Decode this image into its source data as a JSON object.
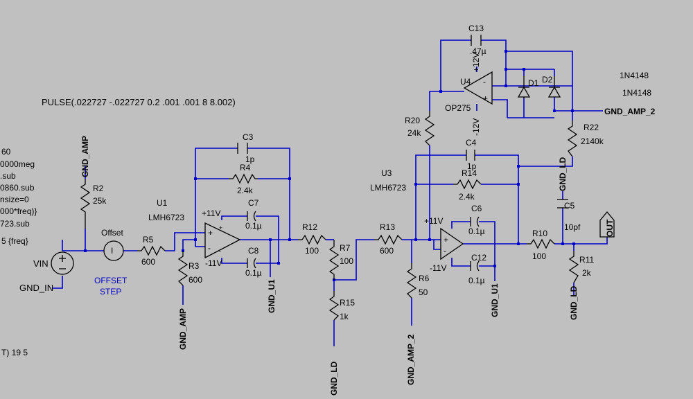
{
  "directive": "PULSE(.022727 -.022727 0.2 .001 .001 8 8.002)",
  "left_partial_text": [
    "60",
    "0000meg",
    ".sub",
    "0860.sub",
    "nsize=0",
    "000*freq)}",
    "723.sub",
    "5 {freq}",
    "T) 19 5"
  ],
  "components": {
    "VIN": "VIN",
    "GND_IN": "GND_IN",
    "R2": "R2",
    "R2_val": "25k",
    "offset_label": "Offset",
    "offset_icon": "I",
    "offset_step_1": "OFFSET",
    "offset_step_2": "STEP",
    "R5": "R5",
    "R5_val": "600",
    "R3": "R3",
    "R3_val": "600",
    "U1": "U1",
    "U1_model": "LMH6723",
    "C3": "C3",
    "C3_val": "1p",
    "R4": "R4",
    "R4_val": "2.4k",
    "C7": "C7",
    "C7_val": "0.1µ",
    "C8": "C8",
    "C8_val": "0.1µ",
    "p11v_a": "+11V",
    "m11v_a": "-11V",
    "R12": "R12",
    "R12_val": "100",
    "R7": "R7",
    "R7_val": "100",
    "R15": "R15",
    "R15_val": "1k",
    "R13": "R13",
    "R13_val": "600",
    "R6": "R6",
    "R6_val": "50",
    "U3": "U3",
    "U3_model": "LMH6723",
    "C4": "C4",
    "C4_val": "1p",
    "R14": "R14",
    "R14_val": "2.4k",
    "C6": "C6",
    "C6_val": "0.1µ",
    "C12": "C12",
    "C12_val": "0.1µ",
    "p11v_b": "+11V",
    "m11v_b": "-11V",
    "R20": "R20",
    "R20_val": "24k",
    "C13": "C13",
    "C13_val": ".47µ",
    "U4": "U4",
    "U4_model": "OP275",
    "p12v": "+12V",
    "m12v": "-12V",
    "D1": "D1",
    "D2": "D2",
    "D1_model": "1N4148",
    "D2_model": "1N4148",
    "R22": "R22",
    "R22_val": "2140k",
    "R10": "R10",
    "R10_val": "100",
    "C5": "C5",
    "C5_val": "10pf",
    "R11": "R11",
    "R11_val": "2k",
    "OUT": "OUT"
  },
  "nets": {
    "gnd_amp_1": "GND_AMP",
    "gnd_amp_2": "GND_AMP",
    "gnd_u1_1": "GND_U1",
    "gnd_u1_2": "GND_U1",
    "gnd_ld_1": "GND_LD",
    "gnd_ld_2": "GND_LD",
    "gnd_ld_3": "GND_LD",
    "gnd_amp2_1": "GND_AMP_2",
    "gnd_amp2_2": "GND_AMP_2"
  },
  "colors": {
    "background": "#c0c0c0",
    "wire": "#0000c8",
    "component": "#000000"
  }
}
